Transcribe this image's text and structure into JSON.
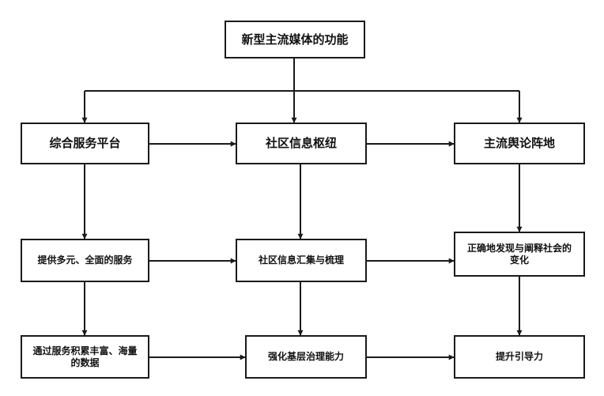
{
  "diagram": {
    "root": "新型主流媒体的功能",
    "col1": {
      "top": "综合服务平台",
      "mid": "提供多元、全面的服务",
      "bot": "通过服务积累丰富、海量的数据"
    },
    "col2": {
      "top": "社区信息枢纽",
      "mid": "社区信息汇集与梳理",
      "bot": "强化基层治理能力"
    },
    "col3": {
      "top": "主流舆论阵地",
      "mid": "正确地发现与阐释社会的变化",
      "bot": "提升引导力"
    }
  },
  "colors": {
    "line": "#1a1a1a",
    "box_border": "#1a1a1a",
    "background": "#ffffff"
  }
}
